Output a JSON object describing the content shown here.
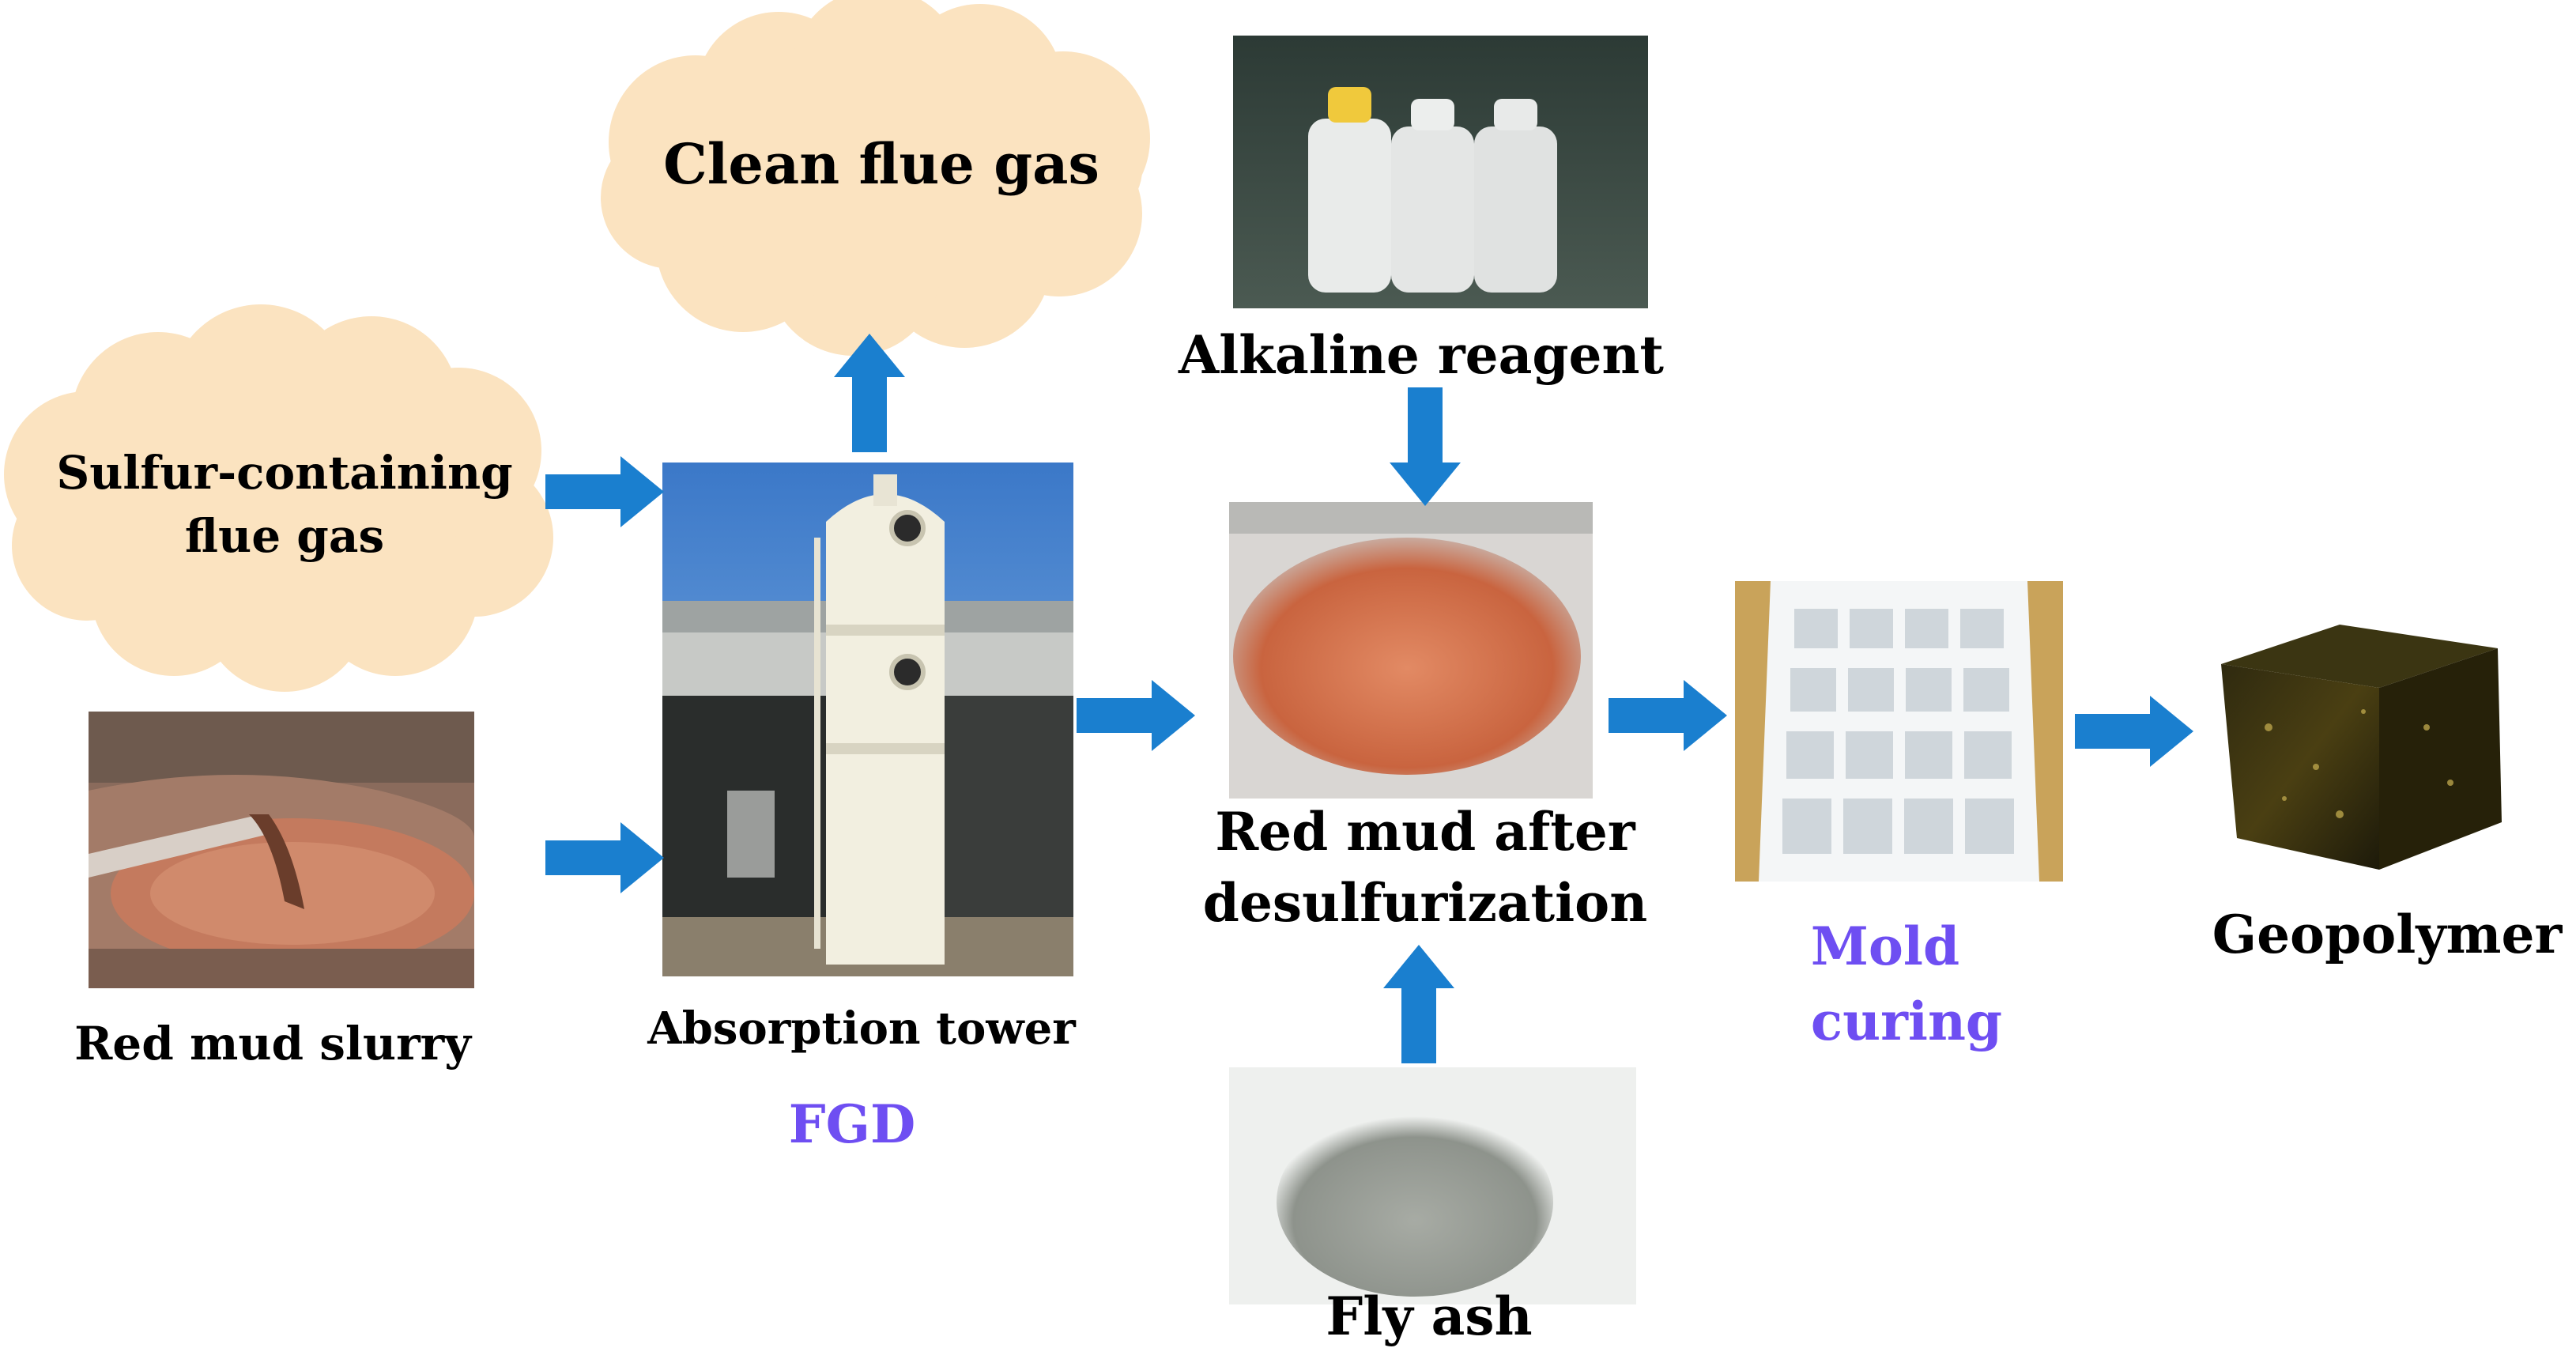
{
  "labels": {
    "clean_flue_gas": "Clean flue gas",
    "sulfur_line1": "Sulfur-containing",
    "sulfur_line2": "flue gas",
    "red_mud_slurry": "Red mud slurry",
    "absorption_tower": "Absorption tower",
    "fgd": "FGD",
    "alkaline_reagent": "Alkaline reagent",
    "red_mud_after_line1": "Red mud after",
    "red_mud_after_line2": "desulfurization",
    "fly_ash": "Fly ash",
    "mold_line1": "Mold",
    "mold_line2": "curing",
    "geopolymer": "Geopolymer"
  },
  "colors": {
    "arrow": "#1a7fcf",
    "cloud": "#fbe3c0",
    "accent_text": "#6e4ef2"
  },
  "icons": {
    "arrow": "block-arrow-icon",
    "cloud": "cloud-shape-icon"
  }
}
